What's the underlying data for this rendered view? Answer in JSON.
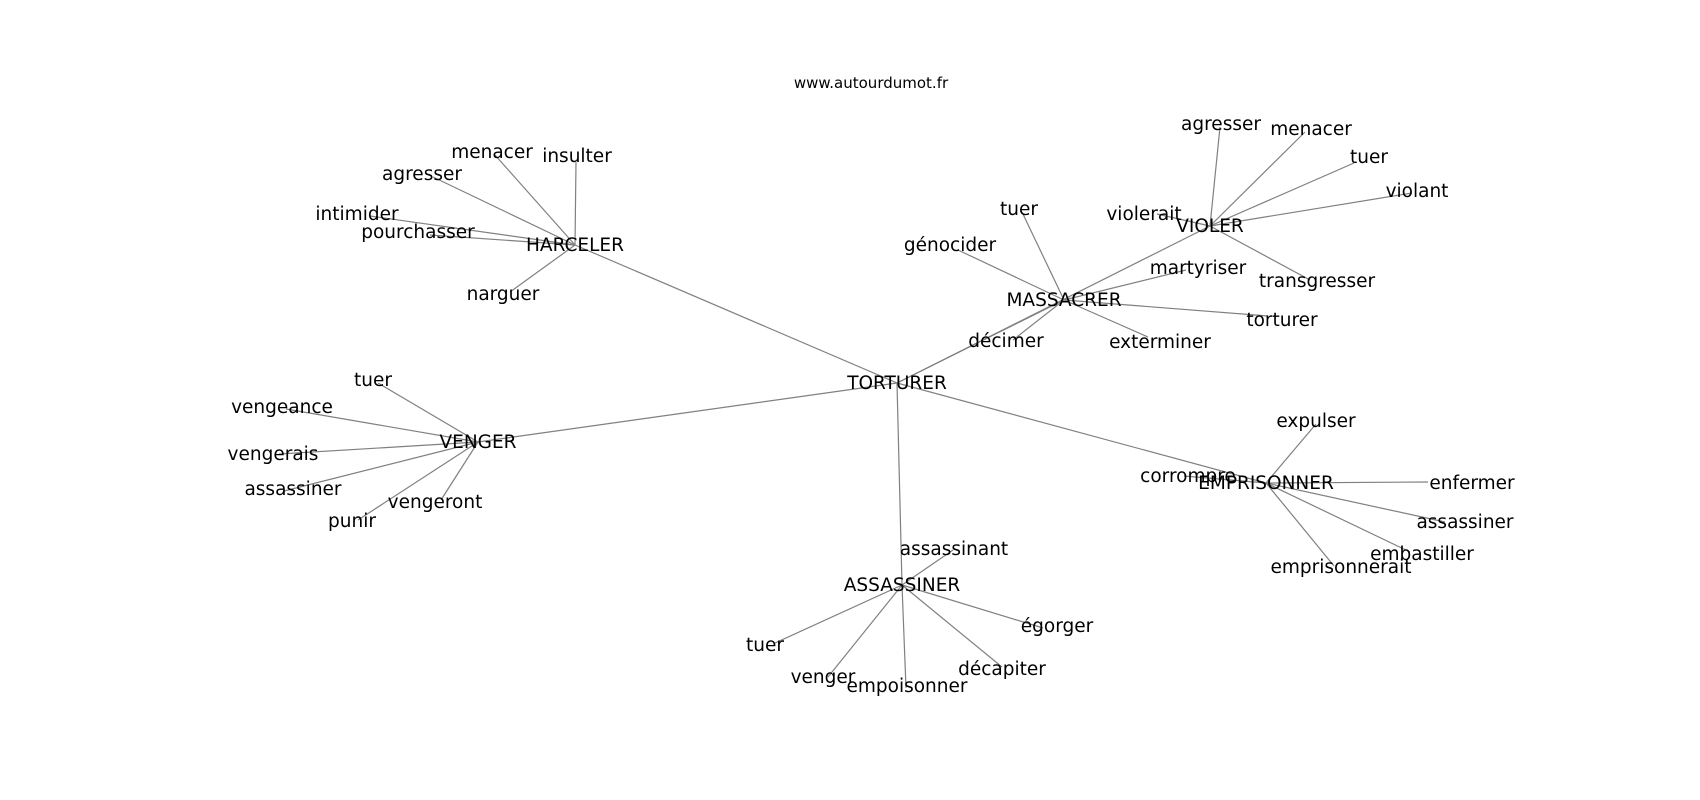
{
  "header": {
    "site": "www.autourdumot.fr"
  },
  "graph": {
    "center": "TORTURER",
    "clusters": [
      {
        "id": "harceler",
        "label": "HARCELER",
        "leaves": [
          "menacer",
          "insulter",
          "agresser",
          "intimider",
          "pourchasser",
          "narguer"
        ]
      },
      {
        "id": "massacrer",
        "label": "MASSACRER",
        "leaves": [
          "tuer",
          "génocider",
          "martyriser",
          "torturer",
          "exterminer",
          "décimer"
        ]
      },
      {
        "id": "violer",
        "label": "VIOLER",
        "leaves": [
          "agresser",
          "menacer",
          "tuer",
          "violant",
          "violerait",
          "transgresser"
        ]
      },
      {
        "id": "venger",
        "label": "VENGER",
        "leaves": [
          "tuer",
          "vengeance",
          "vengerais",
          "assassiner",
          "vengeront",
          "punir"
        ]
      },
      {
        "id": "emprisonner",
        "label": "EMPRISONNER",
        "leaves": [
          "expulser",
          "corrompre",
          "enfermer",
          "assassiner",
          "embastiller",
          "emprisonnerait"
        ]
      },
      {
        "id": "assassiner",
        "label": "ASSASSINER",
        "leaves": [
          "assassinant",
          "égorger",
          "tuer",
          "venger",
          "empoisonner",
          "décapiter"
        ]
      }
    ]
  }
}
